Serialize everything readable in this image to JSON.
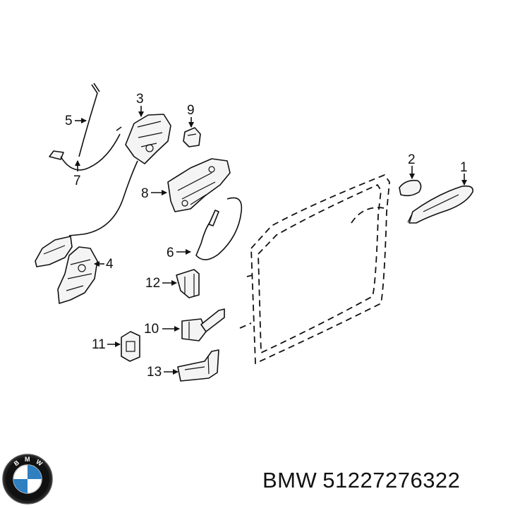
{
  "diagram": {
    "callouts": {
      "c1": "1",
      "c2": "2",
      "c3": "3",
      "c4": "4",
      "c5": "5",
      "c6": "6",
      "c7": "7",
      "c8": "8",
      "c9": "9",
      "c10": "10",
      "c11": "11",
      "c12": "12",
      "c13": "13"
    }
  },
  "caption": {
    "brand": "BMW",
    "part_number": "51227276322"
  },
  "logo": {
    "letters": "BMW",
    "colors": {
      "blue": "#2f7fc1",
      "black": "#111111",
      "white": "#ffffff"
    }
  }
}
